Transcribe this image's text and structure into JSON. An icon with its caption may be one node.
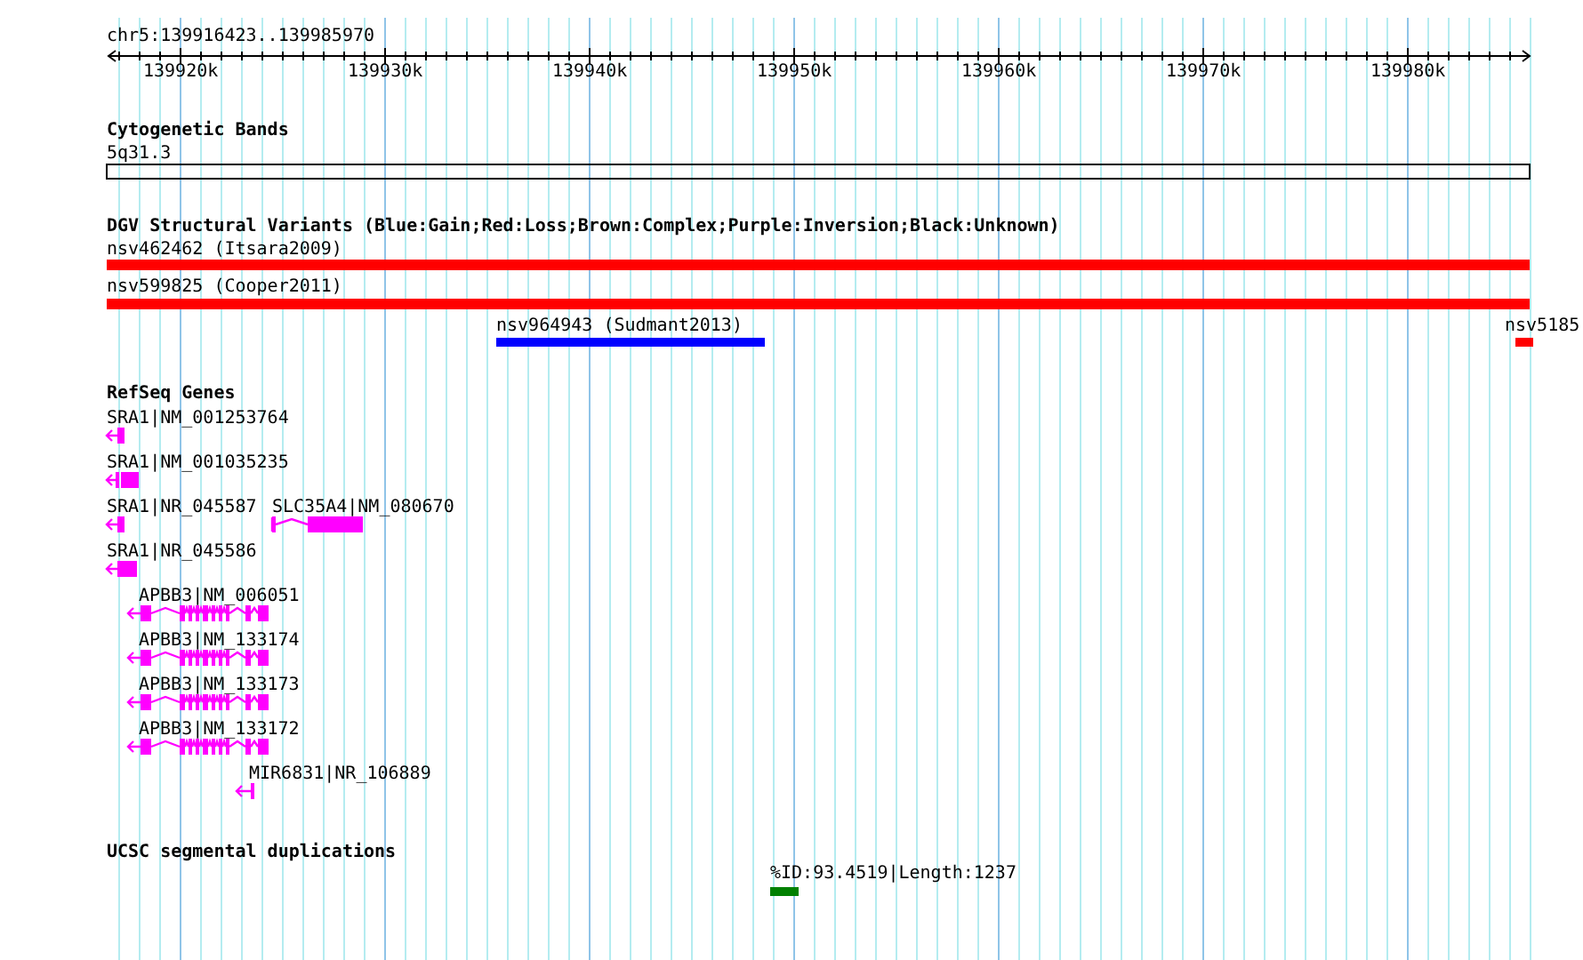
{
  "diagram": {
    "labels": [
      "chr5:139916423..139985970",
      "139920k",
      "139930k",
      "139940k",
      "139950k",
      "139960k",
      "139970k",
      "139980k",
      "Cytogenetic Bands",
      "5q31.3",
      "DGV Structural Variants (Blue:Gain;Red:Loss;Brown:Complex;Purple:Inversion;Black:Unknown)",
      "nsv462462 (Itsara2009)",
      "nsv599825 (Cooper2011)",
      "nsv964943 (Sudmant2013)",
      "nsv5185",
      "RefSeq Genes",
      "SRA1|NM_001253764",
      "SRA1|NM_001035235",
      "SRA1|NR_045587",
      "SLC35A4|NM_080670",
      "SRA1|NR_045586",
      "APBB3|NM_006051",
      "APBB3|NM_133174",
      "APBB3|NM_133173",
      "APBB3|NM_133172",
      "MIR6831|NR_106889",
      "UCSC segmental duplications",
      "%ID:93.4519|Length:1237"
    ]
  }
}
